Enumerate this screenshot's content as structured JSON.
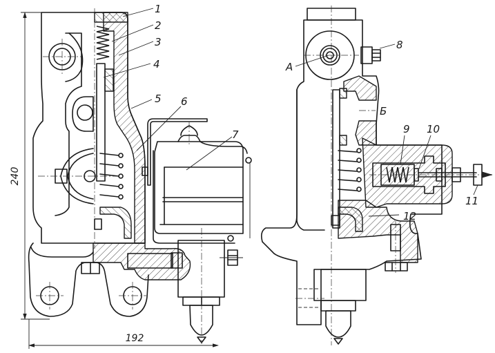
{
  "figure": {
    "type": "engineering section drawing",
    "views": [
      {
        "id": "left-view",
        "description": "front view with partial section",
        "callouts": [
          {
            "label": "1"
          },
          {
            "label": "2"
          },
          {
            "label": "3"
          },
          {
            "label": "4"
          },
          {
            "label": "5"
          },
          {
            "label": "6"
          },
          {
            "label": "7"
          }
        ]
      },
      {
        "id": "right-view",
        "description": "side view with partial section",
        "callouts": [
          {
            "label": "8"
          },
          {
            "label": "А"
          },
          {
            "label": "Б"
          },
          {
            "label": "9"
          },
          {
            "label": "10"
          },
          {
            "label": "11"
          },
          {
            "label": "12"
          }
        ]
      }
    ],
    "dimensions": {
      "height": "240",
      "width": "192"
    }
  }
}
